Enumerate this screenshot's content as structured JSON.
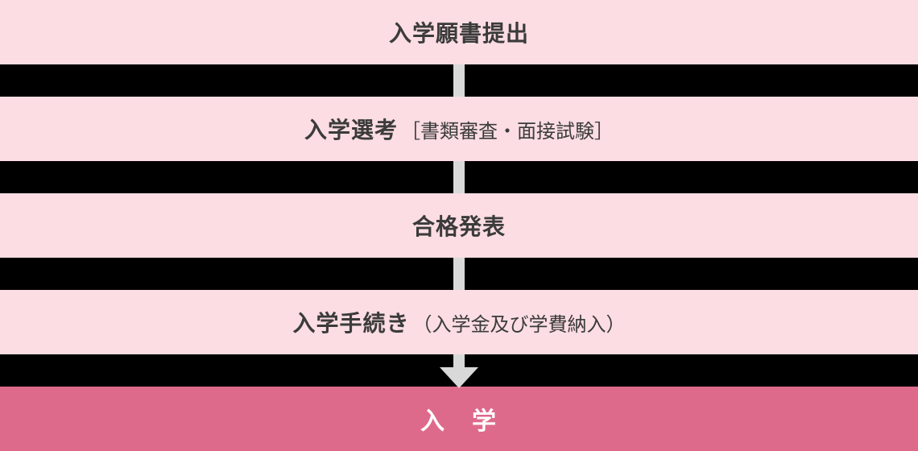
{
  "flow": {
    "steps": [
      {
        "title": "入学願書提出",
        "note": ""
      },
      {
        "title": "入学選考",
        "note": "［書類審査・面接試験］"
      },
      {
        "title": "合格発表",
        "note": ""
      },
      {
        "title": "入学手続き",
        "note": "（入学金及び学費納入）"
      },
      {
        "title": "入　学",
        "note": ""
      }
    ],
    "colors": {
      "step_band": "#fbdde3",
      "final_band": "#de6a8b",
      "gap": "#000000",
      "arrow": "#d9d9d9",
      "step_text": "#3b3b3b",
      "final_text": "#ffffff"
    }
  }
}
